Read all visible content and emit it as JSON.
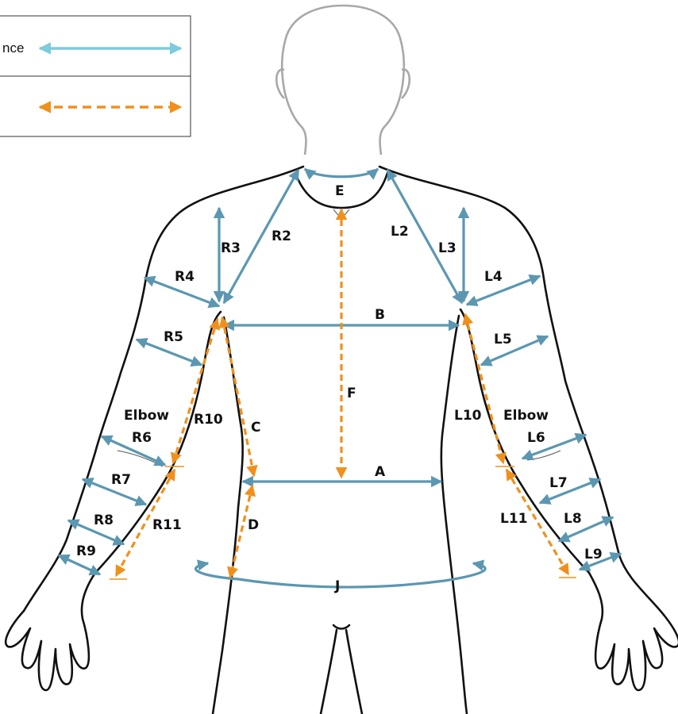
{
  "legend": {
    "circumference_label": "nce",
    "distance_label": ""
  },
  "colors": {
    "circumference": "#5b97b1",
    "circumference_legend": "#7dcbdc",
    "distance": "#f0901c",
    "outline": "#111111",
    "head": "#a8a8a8"
  },
  "labels": {
    "A": "A",
    "B": "B",
    "C": "C",
    "D": "D",
    "E": "E",
    "F": "F",
    "J": "J",
    "R2": "R2",
    "R3": "R3",
    "R4": "R4",
    "R5": "R5",
    "R6": "R6",
    "R7": "R7",
    "R8": "R8",
    "R9": "R9",
    "R10": "R10",
    "R11": "R11",
    "L2": "L2",
    "L3": "L3",
    "L4": "L4",
    "L5": "L5",
    "L6": "L6",
    "L7": "L7",
    "L8": "L8",
    "L9": "L9",
    "L10": "L10",
    "L11": "L11",
    "elbow_right": "Elbow",
    "elbow_left": "Elbow"
  }
}
